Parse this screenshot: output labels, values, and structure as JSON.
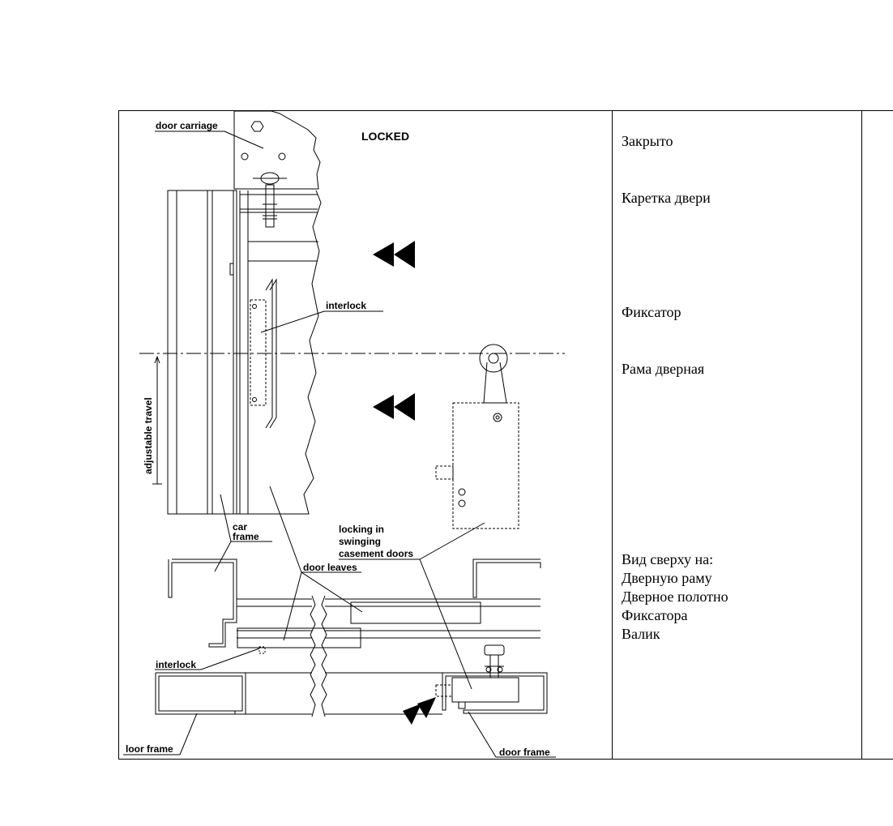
{
  "drawing": {
    "title": "LOCKED",
    "labels": {
      "door_carriage": "door carriage",
      "interlock_top": "interlock",
      "adjustable_travel": "adjustable travel",
      "car_frame_1": "car",
      "car_frame_2": "frame",
      "locking_1": "locking in",
      "locking_2": "swinging",
      "locking_3": "casement doors",
      "door_leaves": "door leaves",
      "interlock_bottom": "interlock",
      "loor_frame": "loor frame",
      "door_frame": "door frame"
    }
  },
  "translation": {
    "locked": "Закрыто",
    "door_carriage": "Каретка двери",
    "interlock": "Фиксатор",
    "door_frame": "Рама дверная",
    "plan_view": [
      "Вид сверху на:",
      "Дверную раму",
      "Дверное полотно",
      "Фиксатора",
      "Валик"
    ]
  }
}
